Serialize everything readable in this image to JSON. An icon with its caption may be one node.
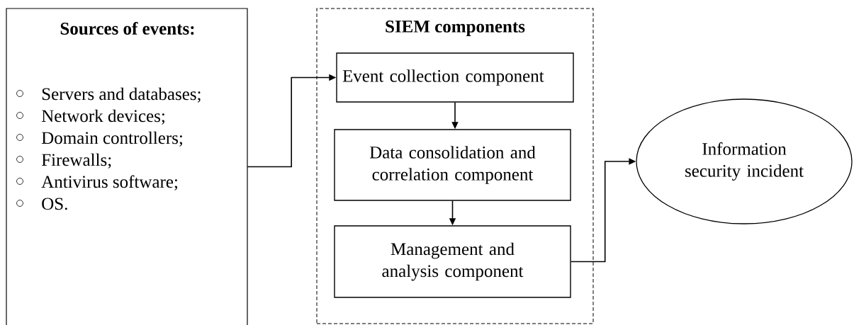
{
  "diagram": {
    "nodes": [
      {
        "text": [
          "Sources of events:",
          "Servers and databases;",
          "Network devices;",
          "Domain controllers;",
          "Firewalls;",
          "Antivirus software;",
          "OS."
        ]
      },
      {
        "text": [
          "SIEM components"
        ]
      },
      {
        "text": [
          "Event collection component"
        ],
        "in": 1
      },
      {
        "text": [
          "Data consolidation and correlation component"
        ],
        "in": 1
      },
      {
        "text": [
          "Management and analysis component"
        ],
        "in": 1
      },
      {
        "text": [
          "Information security incident"
        ]
      }
    ],
    "edges": [
      {
        "from": 0,
        "to": 2,
        "arrow": "to"
      },
      {
        "from": 2,
        "to": 3,
        "arrow": "to"
      },
      {
        "from": 3,
        "to": 4,
        "arrow": "to"
      },
      {
        "from": 4,
        "to": 5,
        "arrow": "to"
      }
    ]
  }
}
